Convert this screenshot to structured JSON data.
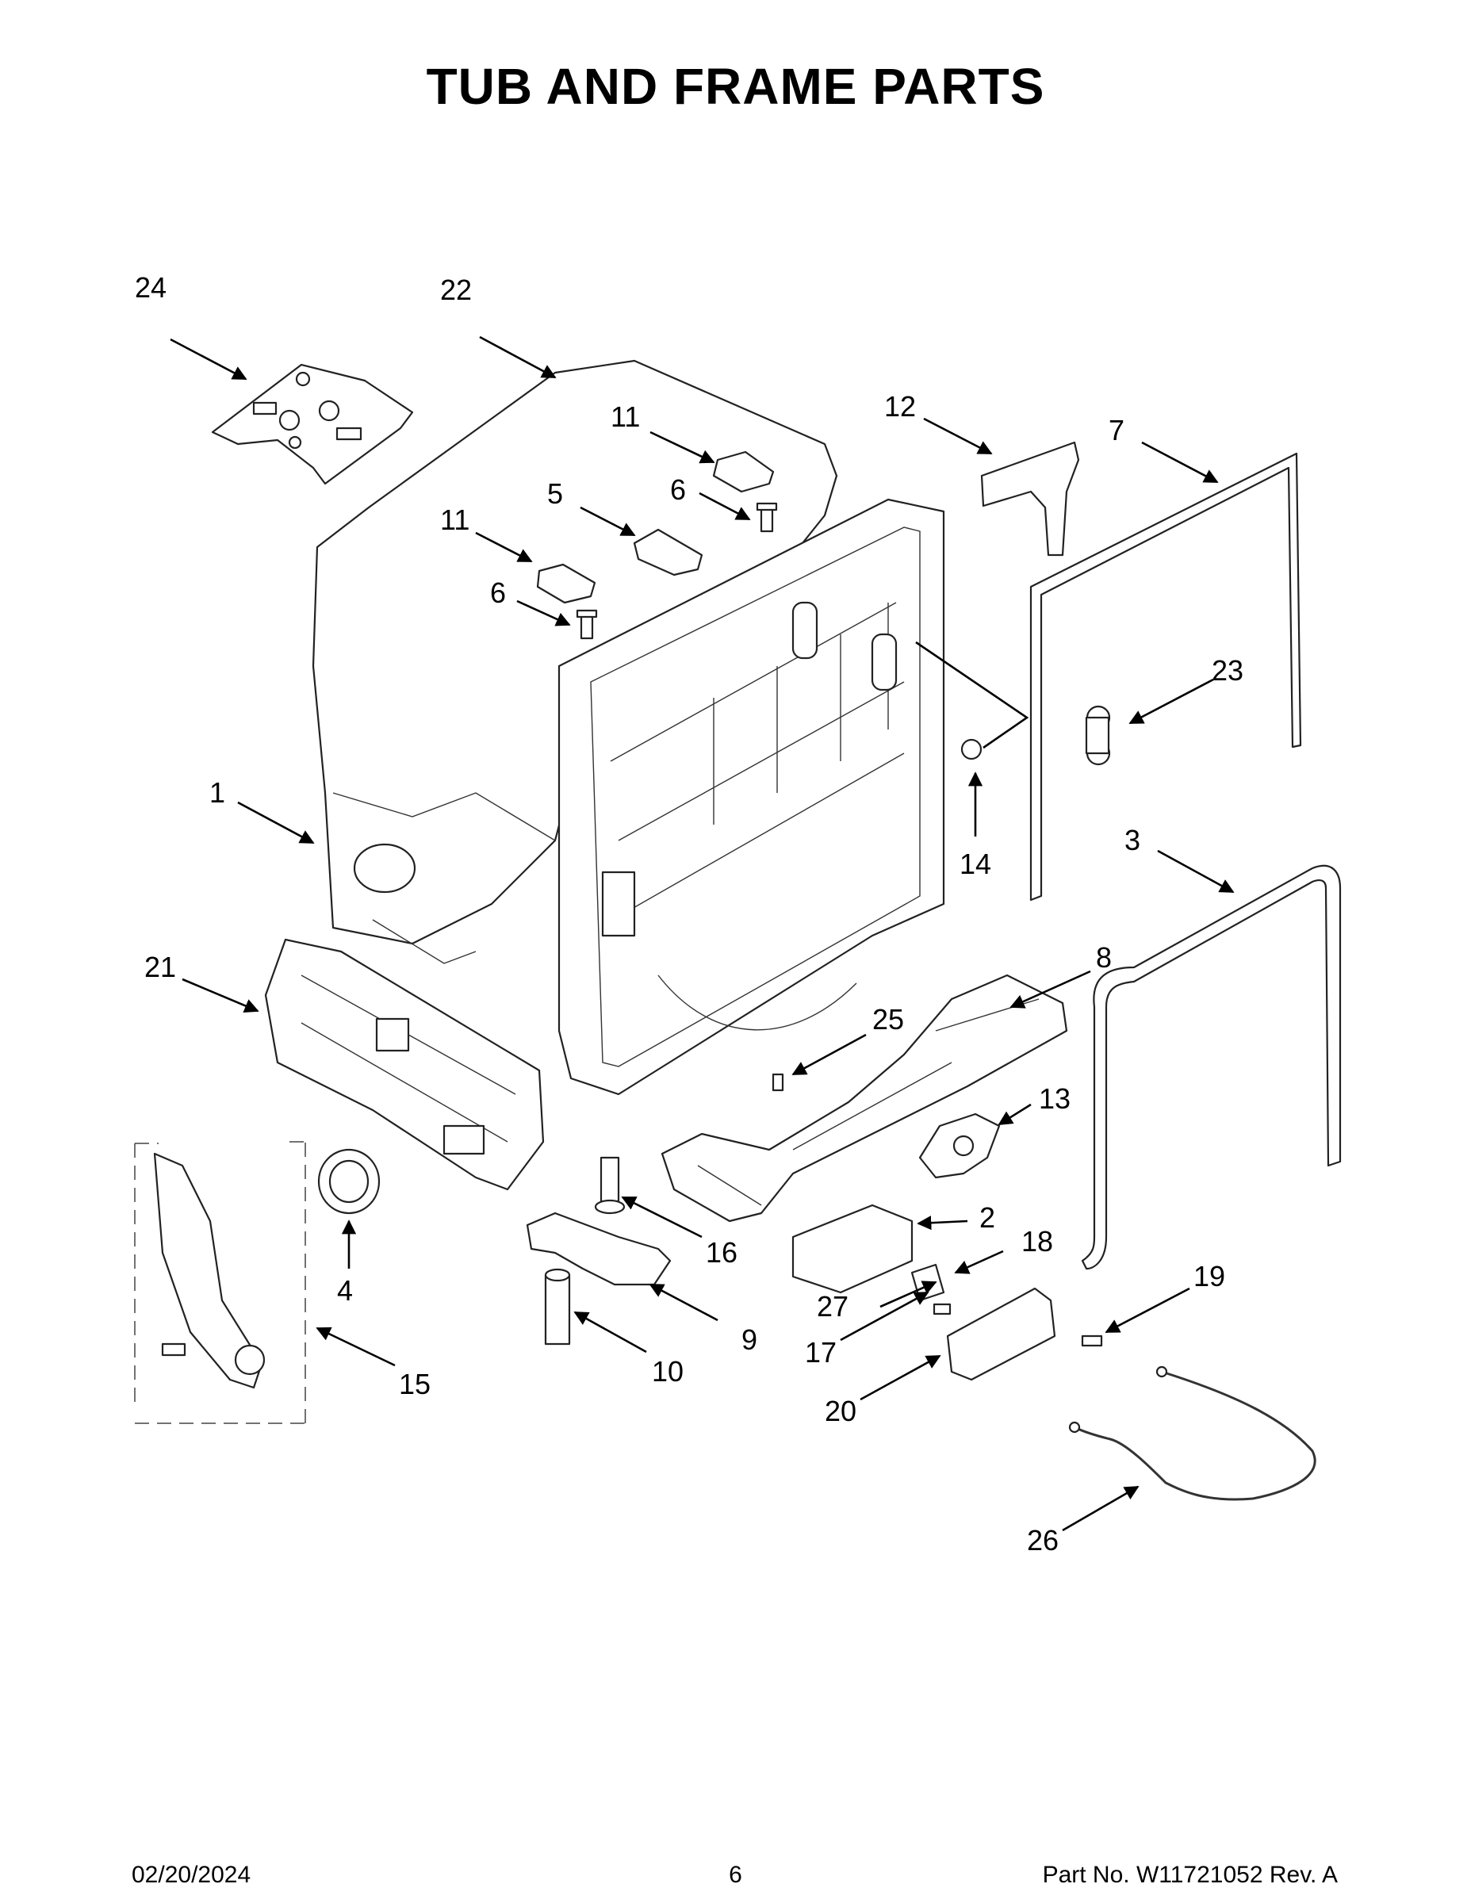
{
  "title": "TUB AND FRAME PARTS",
  "footer": {
    "date": "02/20/2024",
    "page": "6",
    "part_no": "Part No.  W11721052  Rev.  A"
  },
  "callouts": {
    "c1": "1",
    "c2": "2",
    "c3": "3",
    "c4": "4",
    "c5": "5",
    "c6a": "6",
    "c6b": "6",
    "c7": "7",
    "c8": "8",
    "c9": "9",
    "c10": "10",
    "c11a": "11",
    "c11b": "11",
    "c12": "12",
    "c13": "13",
    "c14": "14",
    "c15": "15",
    "c16": "16",
    "c17": "17",
    "c18": "18",
    "c19": "19",
    "c20": "20",
    "c21": "21",
    "c22": "22",
    "c23": "23",
    "c24": "24",
    "c25": "25",
    "c26": "26",
    "c27": "27"
  }
}
